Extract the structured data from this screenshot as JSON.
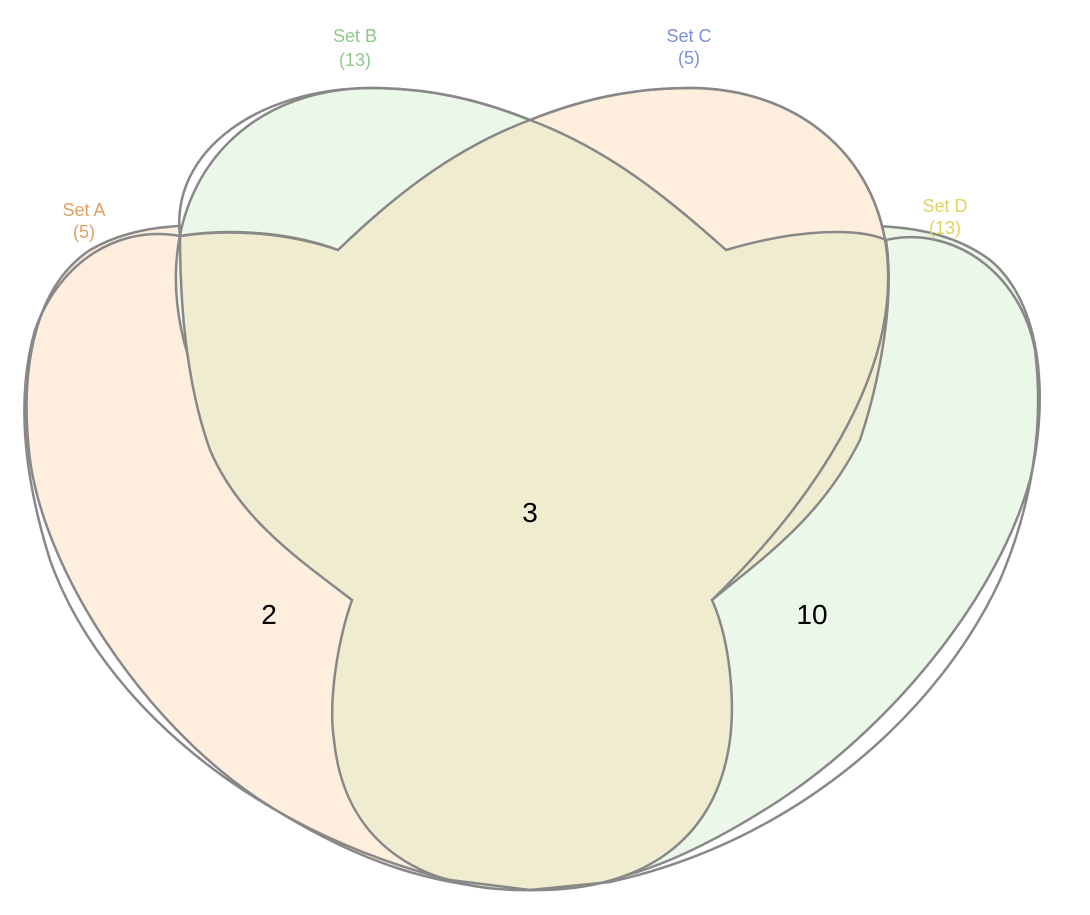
{
  "sets": [
    {
      "name": "Set A",
      "size": "(5)",
      "label_color": "#e0a060",
      "fill": "#fdeedd"
    },
    {
      "name": "Set B",
      "size": "(13)",
      "label_color": "#8cc98c",
      "fill": "#ebf7e8"
    },
    {
      "name": "Set C",
      "size": "(5)",
      "label_color": "#7b8fd6",
      "fill": "#fdeedd"
    },
    {
      "name": "Set D",
      "size": "(13)",
      "label_color": "#e0d460",
      "fill": "#ebf7e8"
    }
  ],
  "regions": {
    "a_only": "2",
    "all_overlap": "3",
    "d_only": "10"
  },
  "colors": {
    "outline": "#888888",
    "overlap_fill": "#efecd0"
  }
}
